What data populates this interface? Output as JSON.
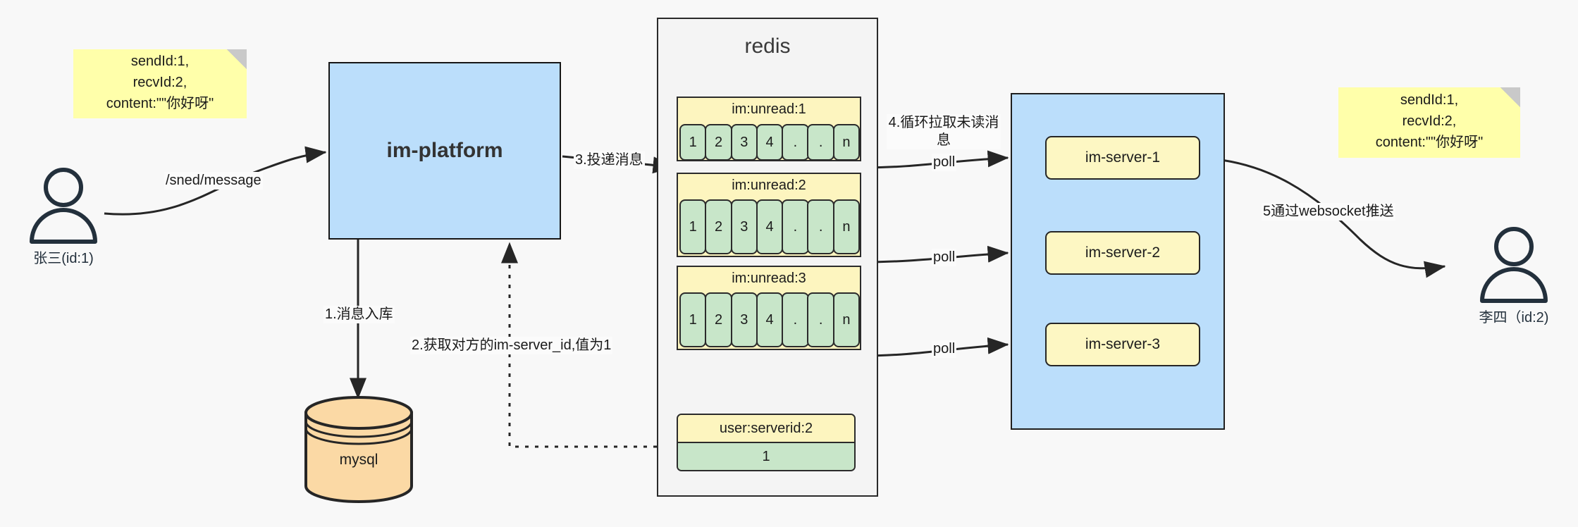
{
  "diagram": {
    "title": "IM message delivery architecture",
    "colors": {
      "note_yellow": "#ffffaa",
      "box_blue": "#bbdefb",
      "queue_yellow": "#fdf5bf",
      "cell_green": "#c8e6c9",
      "mysql_orange": "#fbd9a5",
      "stroke": "#262626",
      "canvas": "#f8f8f8"
    }
  },
  "notes": {
    "left": "sendId:1,\nrecvId:2,\ncontent:\"\"你好呀\"",
    "right": "sendId:1,\nrecvId:2,\ncontent:\"\"你好呀\""
  },
  "actors": {
    "sender": {
      "caption": "张三(id:1)"
    },
    "receiver": {
      "caption": "李四（id:2)"
    }
  },
  "platform": {
    "label": "im-platform"
  },
  "mysql": {
    "label": "mysql"
  },
  "redis": {
    "title": "redis",
    "queues": [
      {
        "key": "im:unread:1",
        "cells": [
          "1",
          "2",
          "3",
          "4",
          ".",
          ".",
          "n"
        ]
      },
      {
        "key": "im:unread:2",
        "cells": [
          "1",
          "2",
          "3",
          "4",
          ".",
          ".",
          "n"
        ]
      },
      {
        "key": "im:unread:3",
        "cells": [
          "1",
          "2",
          "3",
          "4",
          ".",
          ".",
          "n"
        ]
      }
    ],
    "kv": {
      "key": "user:serverid:2",
      "value": "1"
    }
  },
  "servers": [
    {
      "label": "im-server-1"
    },
    {
      "label": "im-server-2"
    },
    {
      "label": "im-server-3"
    }
  ],
  "edges": {
    "send_message": "/sned/message",
    "step1": "1.消息入库",
    "step2": "2.获取对方的im-server_id,值为1",
    "step3": "3.投递消息",
    "step4": "4.循环拉取未读消息",
    "poll1": "poll",
    "poll2": "poll",
    "poll3": "poll",
    "step5": "5通过websocket推送"
  }
}
